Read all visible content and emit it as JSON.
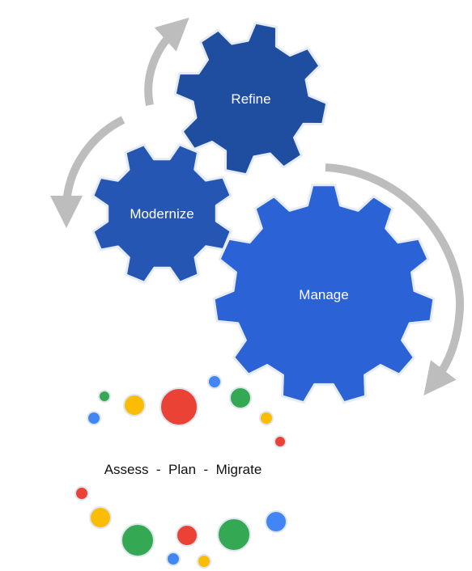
{
  "gears": [
    {
      "key": "refine",
      "label": "Refine",
      "color": "#1f4ea0"
    },
    {
      "key": "modernize",
      "label": "Modernize",
      "color": "#2656b3"
    },
    {
      "key": "manage",
      "label": "Manage",
      "color": "#2b63d6"
    }
  ],
  "caption": "Assess  -  Plan  -  Migrate",
  "colors": {
    "arrow": "#bdbdbd",
    "gear_outline": "#e6ecf5",
    "dot_red": "#ea4335",
    "dot_yellow": "#fbbc05",
    "dot_green": "#34a853",
    "dot_blue": "#4285f4"
  }
}
